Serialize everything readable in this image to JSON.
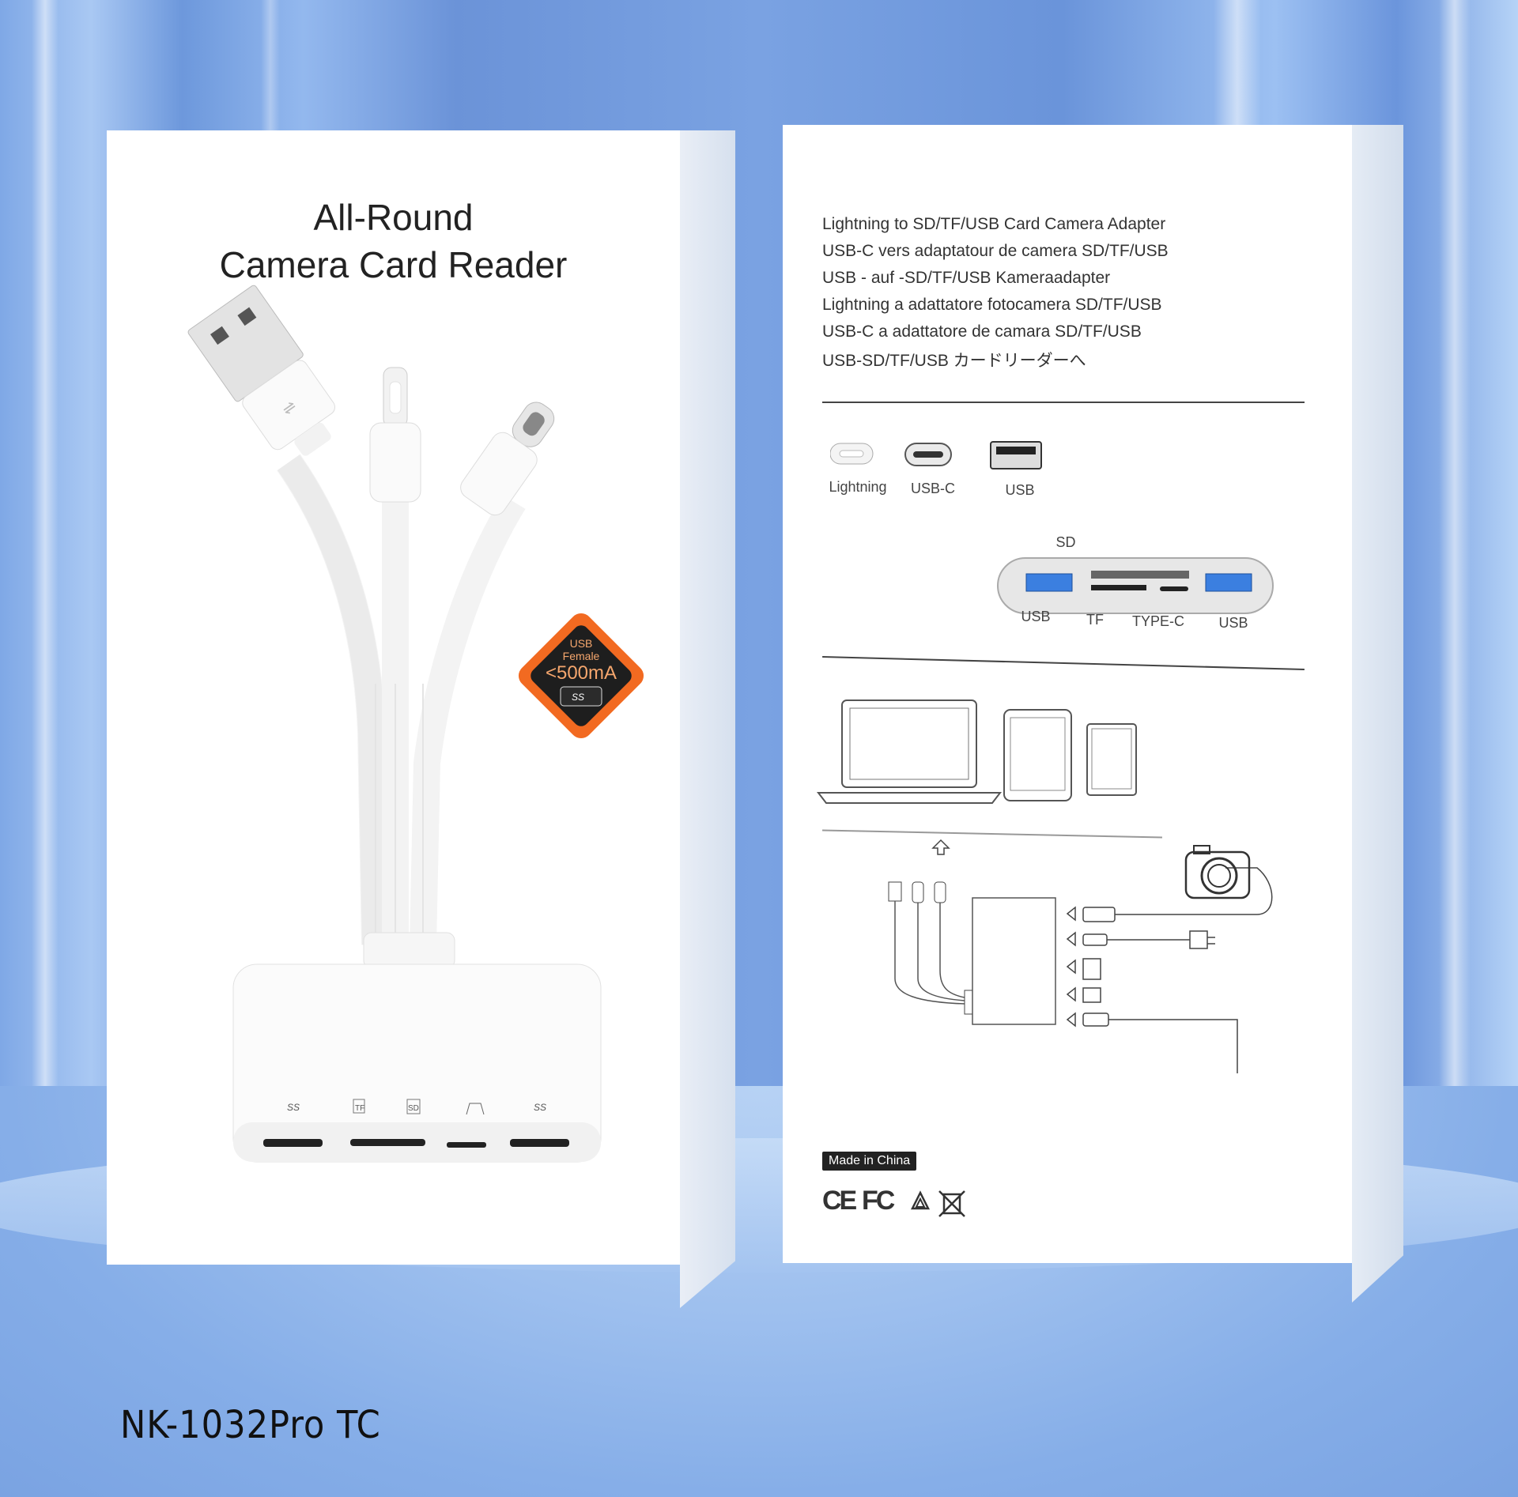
{
  "front_box": {
    "title_line1": "All-Round",
    "title_line2": "Camera Card Reader",
    "badge": {
      "line1": "USB",
      "line2": "Female",
      "line3": "<500mA",
      "icon_label": "SS"
    },
    "port_icons": [
      "SS",
      "TF",
      "SD",
      "",
      "SS"
    ]
  },
  "back_box": {
    "descriptions": [
      "Lightning to SD/TF/USB Card Camera Adapter",
      "USB-C vers adaptatour de camera SD/TF/USB",
      "USB - auf -SD/TF/USB Kameraadapter",
      "Lightning a adattatore fotocamera SD/TF/USB",
      "USB-C a adattatore de camara SD/TF/USB",
      "USB-SD/TF/USB カードリーダーへ"
    ],
    "connectors": [
      "Lightning",
      "USB-C",
      "USB"
    ],
    "hub_ports": {
      "top": "SD",
      "bottom": [
        "USB",
        "TF",
        "TYPE-C",
        "USB"
      ]
    },
    "made_in": "Made in China",
    "certifications": [
      "CE",
      "FC"
    ]
  },
  "model": "NK-1032Pro TC",
  "colors": {
    "badge_orange": "#f26a21",
    "badge_dark": "#1e1e1e",
    "usb3_blue": "#3b7fe0",
    "background_blue": "#7aa2e2"
  }
}
